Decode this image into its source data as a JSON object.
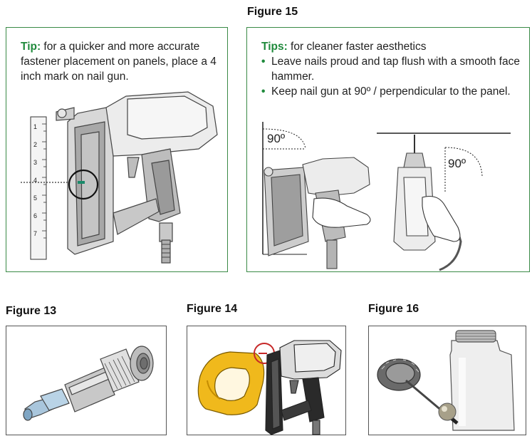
{
  "figure15": {
    "title": "Figure 15",
    "tips_label": "Tips:",
    "tips_intro": " for cleaner faster aesthetics",
    "bullets": [
      "Leave nails proud and tap flush with a smooth face hammer.",
      "Keep nail gun at 90º / perpendicular to the panel."
    ],
    "angle_left": "90º",
    "angle_right": "90º"
  },
  "tip_panel": {
    "label": "Tip:",
    "text": " for a quicker and more accurate fastener placement on panels, place a 4 inch mark on nail gun.",
    "ruler_numbers": [
      "1",
      "2",
      "3",
      "4",
      "5",
      "6",
      "7"
    ]
  },
  "figure13": {
    "title": "Figure 13"
  },
  "figure14": {
    "title": "Figure 14"
  },
  "figure16": {
    "title": "Figure 16"
  },
  "colors": {
    "accent_green": "#1f8a3c",
    "panel_border_green": "#3a8a46",
    "highlight_teal": "#1a8a6a",
    "tool_red": "#c62828",
    "foam_yellow": "#f0b91c"
  }
}
